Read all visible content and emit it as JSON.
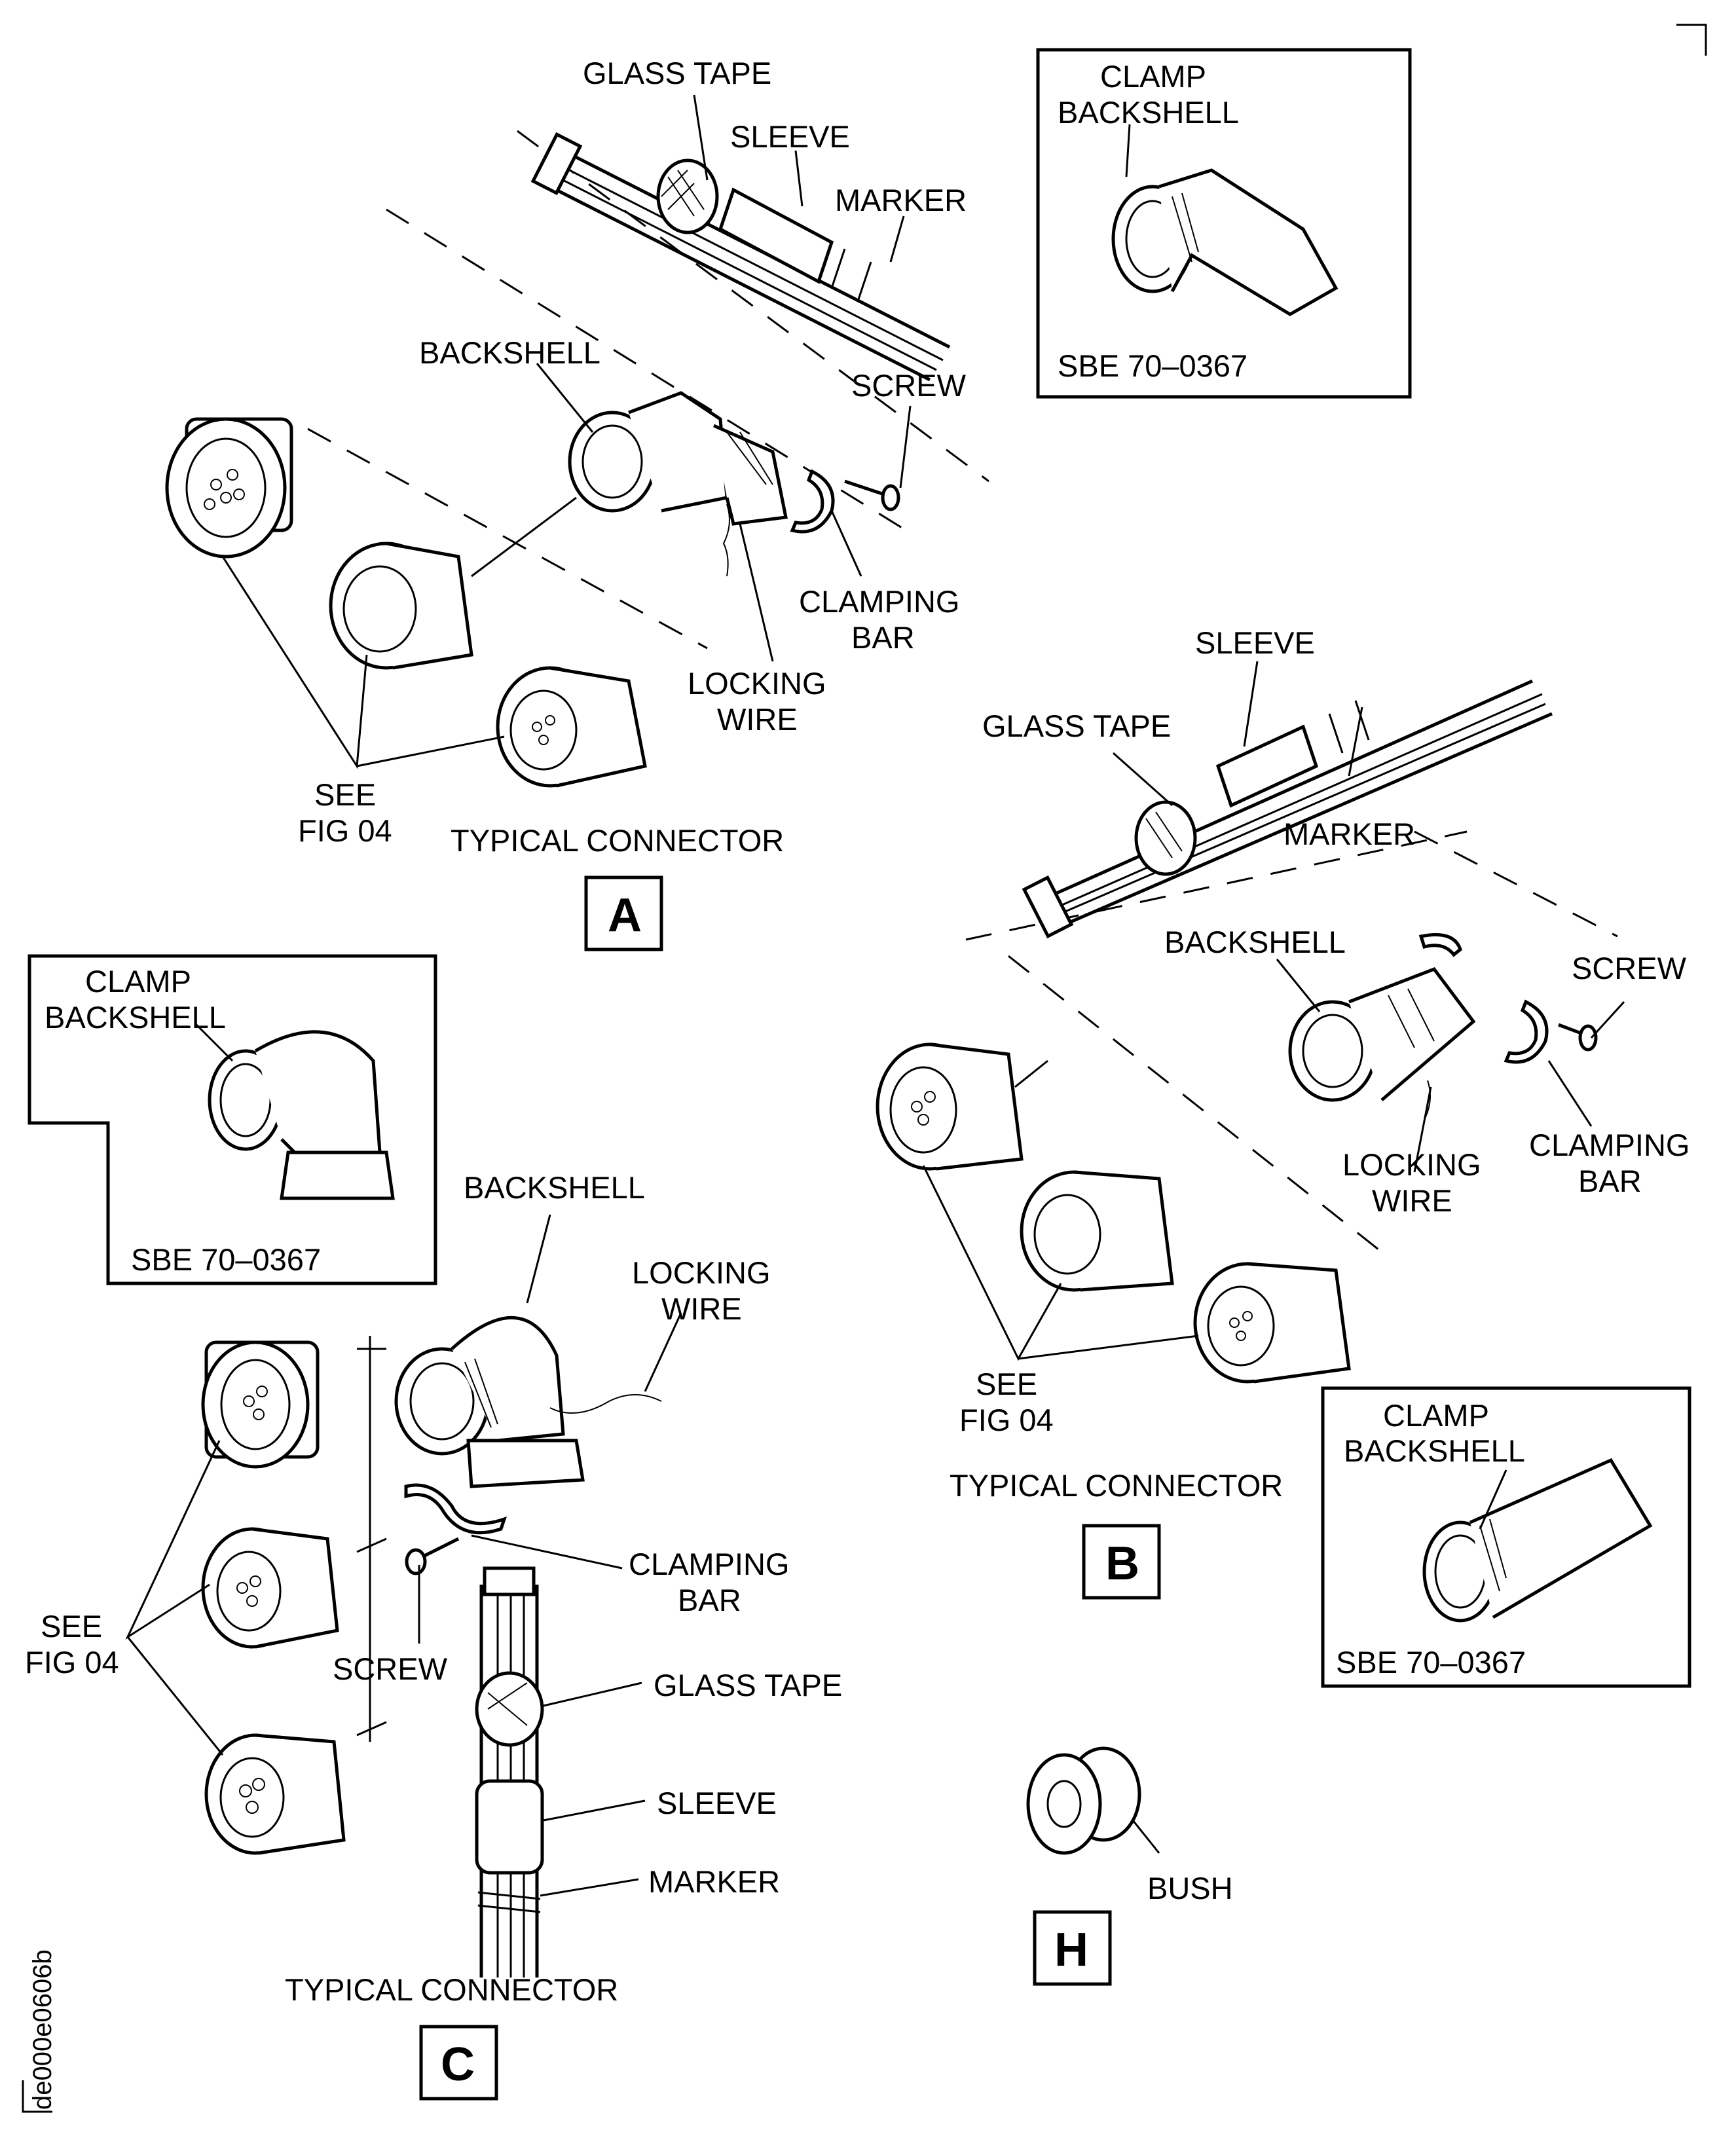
{
  "figure": {
    "document_id": "de000e0606b",
    "views": {
      "A": {
        "view_label": "A",
        "caption": "TYPICAL CONNECTOR",
        "labels": {
          "glass_tape": "GLASS TAPE",
          "sleeve": "SLEEVE",
          "marker": "MARKER",
          "backshell": "BACKSHELL",
          "screw": "SCREW",
          "clamping_bar_1": "CLAMPING",
          "clamping_bar_2": "BAR",
          "locking_wire_1": "LOCKING",
          "locking_wire_2": "WIRE",
          "see_fig_1": "SEE",
          "see_fig_2": "FIG 04"
        },
        "inset": {
          "title_1": "CLAMP",
          "title_2": "BACKSHELL",
          "ref": "SBE 70–0367"
        }
      },
      "B": {
        "view_label": "B",
        "caption": "TYPICAL CONNECTOR",
        "labels": {
          "sleeve": "SLEEVE",
          "glass_tape": "GLASS TAPE",
          "marker": "MARKER",
          "backshell": "BACKSHELL",
          "screw": "SCREW",
          "locking_wire_1": "LOCKING",
          "locking_wire_2": "WIRE",
          "clamping_bar_1": "CLAMPING",
          "clamping_bar_2": "BAR",
          "see_fig_1": "SEE",
          "see_fig_2": "FIG 04"
        },
        "inset": {
          "title_1": "CLAMP",
          "title_2": "BACKSHELL",
          "ref": "SBE 70–0367"
        }
      },
      "C": {
        "view_label": "C",
        "caption": "TYPICAL CONNECTOR",
        "labels": {
          "backshell": "BACKSHELL",
          "locking_wire_1": "LOCKING",
          "locking_wire_2": "WIRE",
          "clamping_bar_1": "CLAMPING",
          "clamping_bar_2": "BAR",
          "screw": "SCREW",
          "glass_tape": "GLASS TAPE",
          "sleeve": "SLEEVE",
          "marker": "MARKER",
          "see_fig_1": "SEE",
          "see_fig_2": "FIG 04"
        },
        "inset": {
          "title_1": "CLAMP",
          "title_2": "BACKSHELL",
          "ref": "SBE 70–0367"
        }
      },
      "H": {
        "view_label": "H",
        "labels": {
          "bush": "BUSH"
        }
      }
    }
  }
}
